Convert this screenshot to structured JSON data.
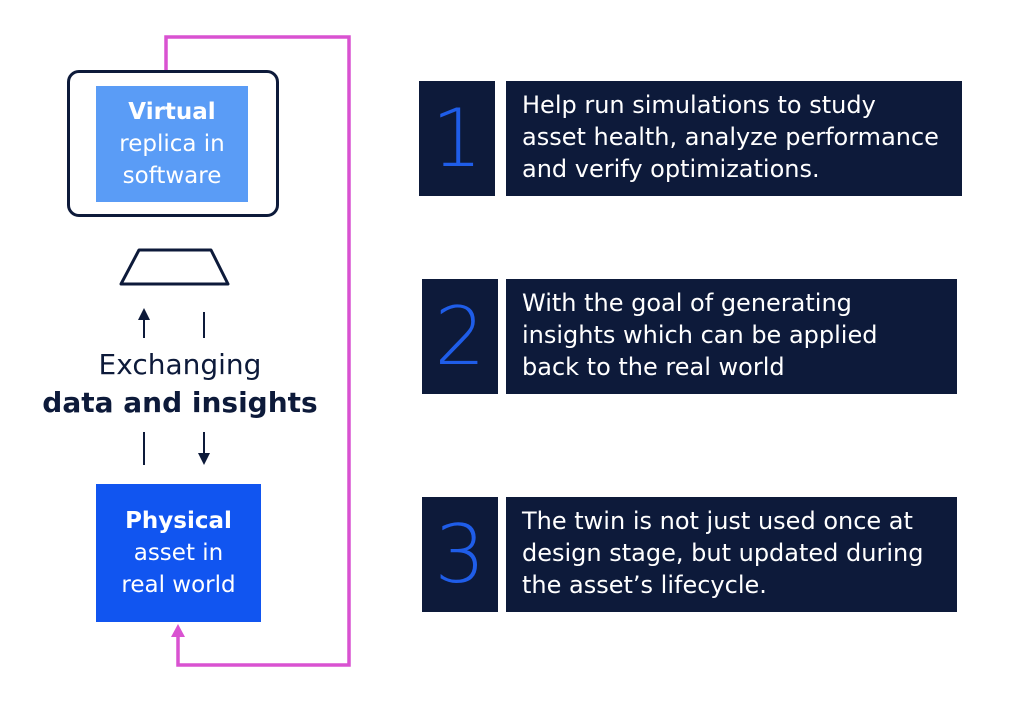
{
  "virtual": {
    "title": "Virtual",
    "line2": "replica in",
    "line3": "software"
  },
  "physical": {
    "title": "Physical",
    "line2": "asset in",
    "line3": "real world"
  },
  "exchange": {
    "line1": "Exchanging",
    "line2": "data and insights"
  },
  "steps": [
    {
      "number": "1",
      "text": "Help run simulations to study asset health, analyze performance and verify optimizations."
    },
    {
      "number": "2",
      "text": "With the goal of generating insights which can be applied back to the real world"
    },
    {
      "number": "3",
      "text": "The twin is not just used once at design stage, but updated during the asset’s lifecycle."
    }
  ],
  "colors": {
    "navy": "#0d1a3a",
    "screen_blue": "#5a9cf6",
    "physical_blue": "#1155f0",
    "number_blue": "#1f5de8",
    "loop_magenta": "#d952d1"
  }
}
